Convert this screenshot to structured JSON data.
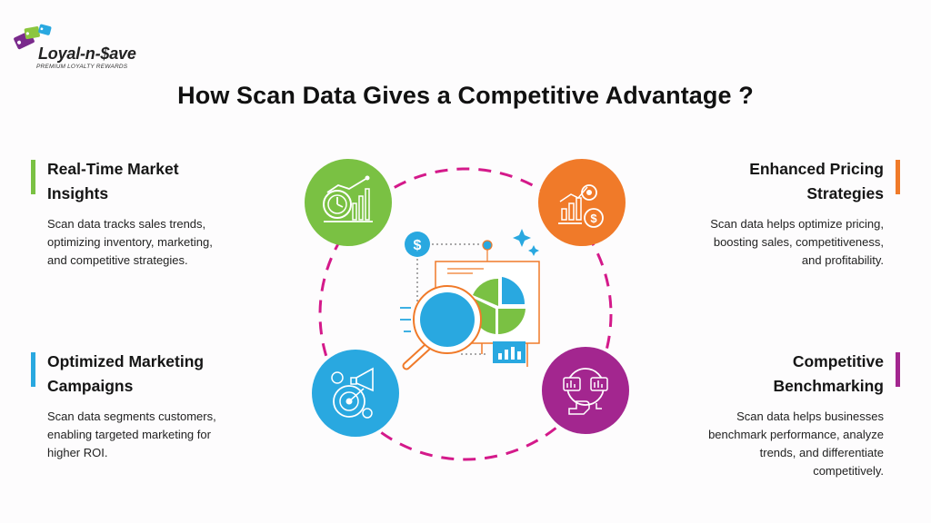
{
  "logo": {
    "name": "Loyal-n-$ave",
    "tagline": "PREMIUM LOYALTY REWARDS"
  },
  "title": "How Scan Data Gives a Competitive Advantage ?",
  "blocks": {
    "top_left": {
      "heading_line1": "Real-Time Market",
      "heading_line2": "Insights",
      "desc_line1": "Scan data tracks sales trends,",
      "desc_line2": "optimizing inventory, marketing,",
      "desc_line3": "and competitive strategies.",
      "accent": "#7ac143",
      "icon": "clock-chart-icon"
    },
    "top_right": {
      "heading_line1": "Enhanced Pricing",
      "heading_line2": "Strategies",
      "desc_line1": "Scan data helps optimize pricing,",
      "desc_line2": "boosting sales, competitiveness,",
      "desc_line3": "and profitability.",
      "accent": "#f07a29",
      "icon": "pricing-growth-icon"
    },
    "bottom_left": {
      "heading_line1": "Optimized Marketing",
      "heading_line2": "Campaigns",
      "desc_line1": "Scan data segments customers,",
      "desc_line2": "enabling targeted marketing for",
      "desc_line3": "higher ROI.",
      "accent": "#29a8e0",
      "icon": "megaphone-target-icon"
    },
    "bottom_right": {
      "heading_line1": "Competitive",
      "heading_line2": "Benchmarking",
      "desc_line1": "Scan data helps businesses",
      "desc_line2": "benchmark performance, analyze",
      "desc_line3": "trends, and differentiate",
      "desc_line4": "competitively.",
      "accent": "#a3268f",
      "icon": "benchmark-comparison-icon"
    }
  },
  "center": {
    "ring_color": "#d4198a",
    "icon": "magnifier-analytics-icon"
  }
}
